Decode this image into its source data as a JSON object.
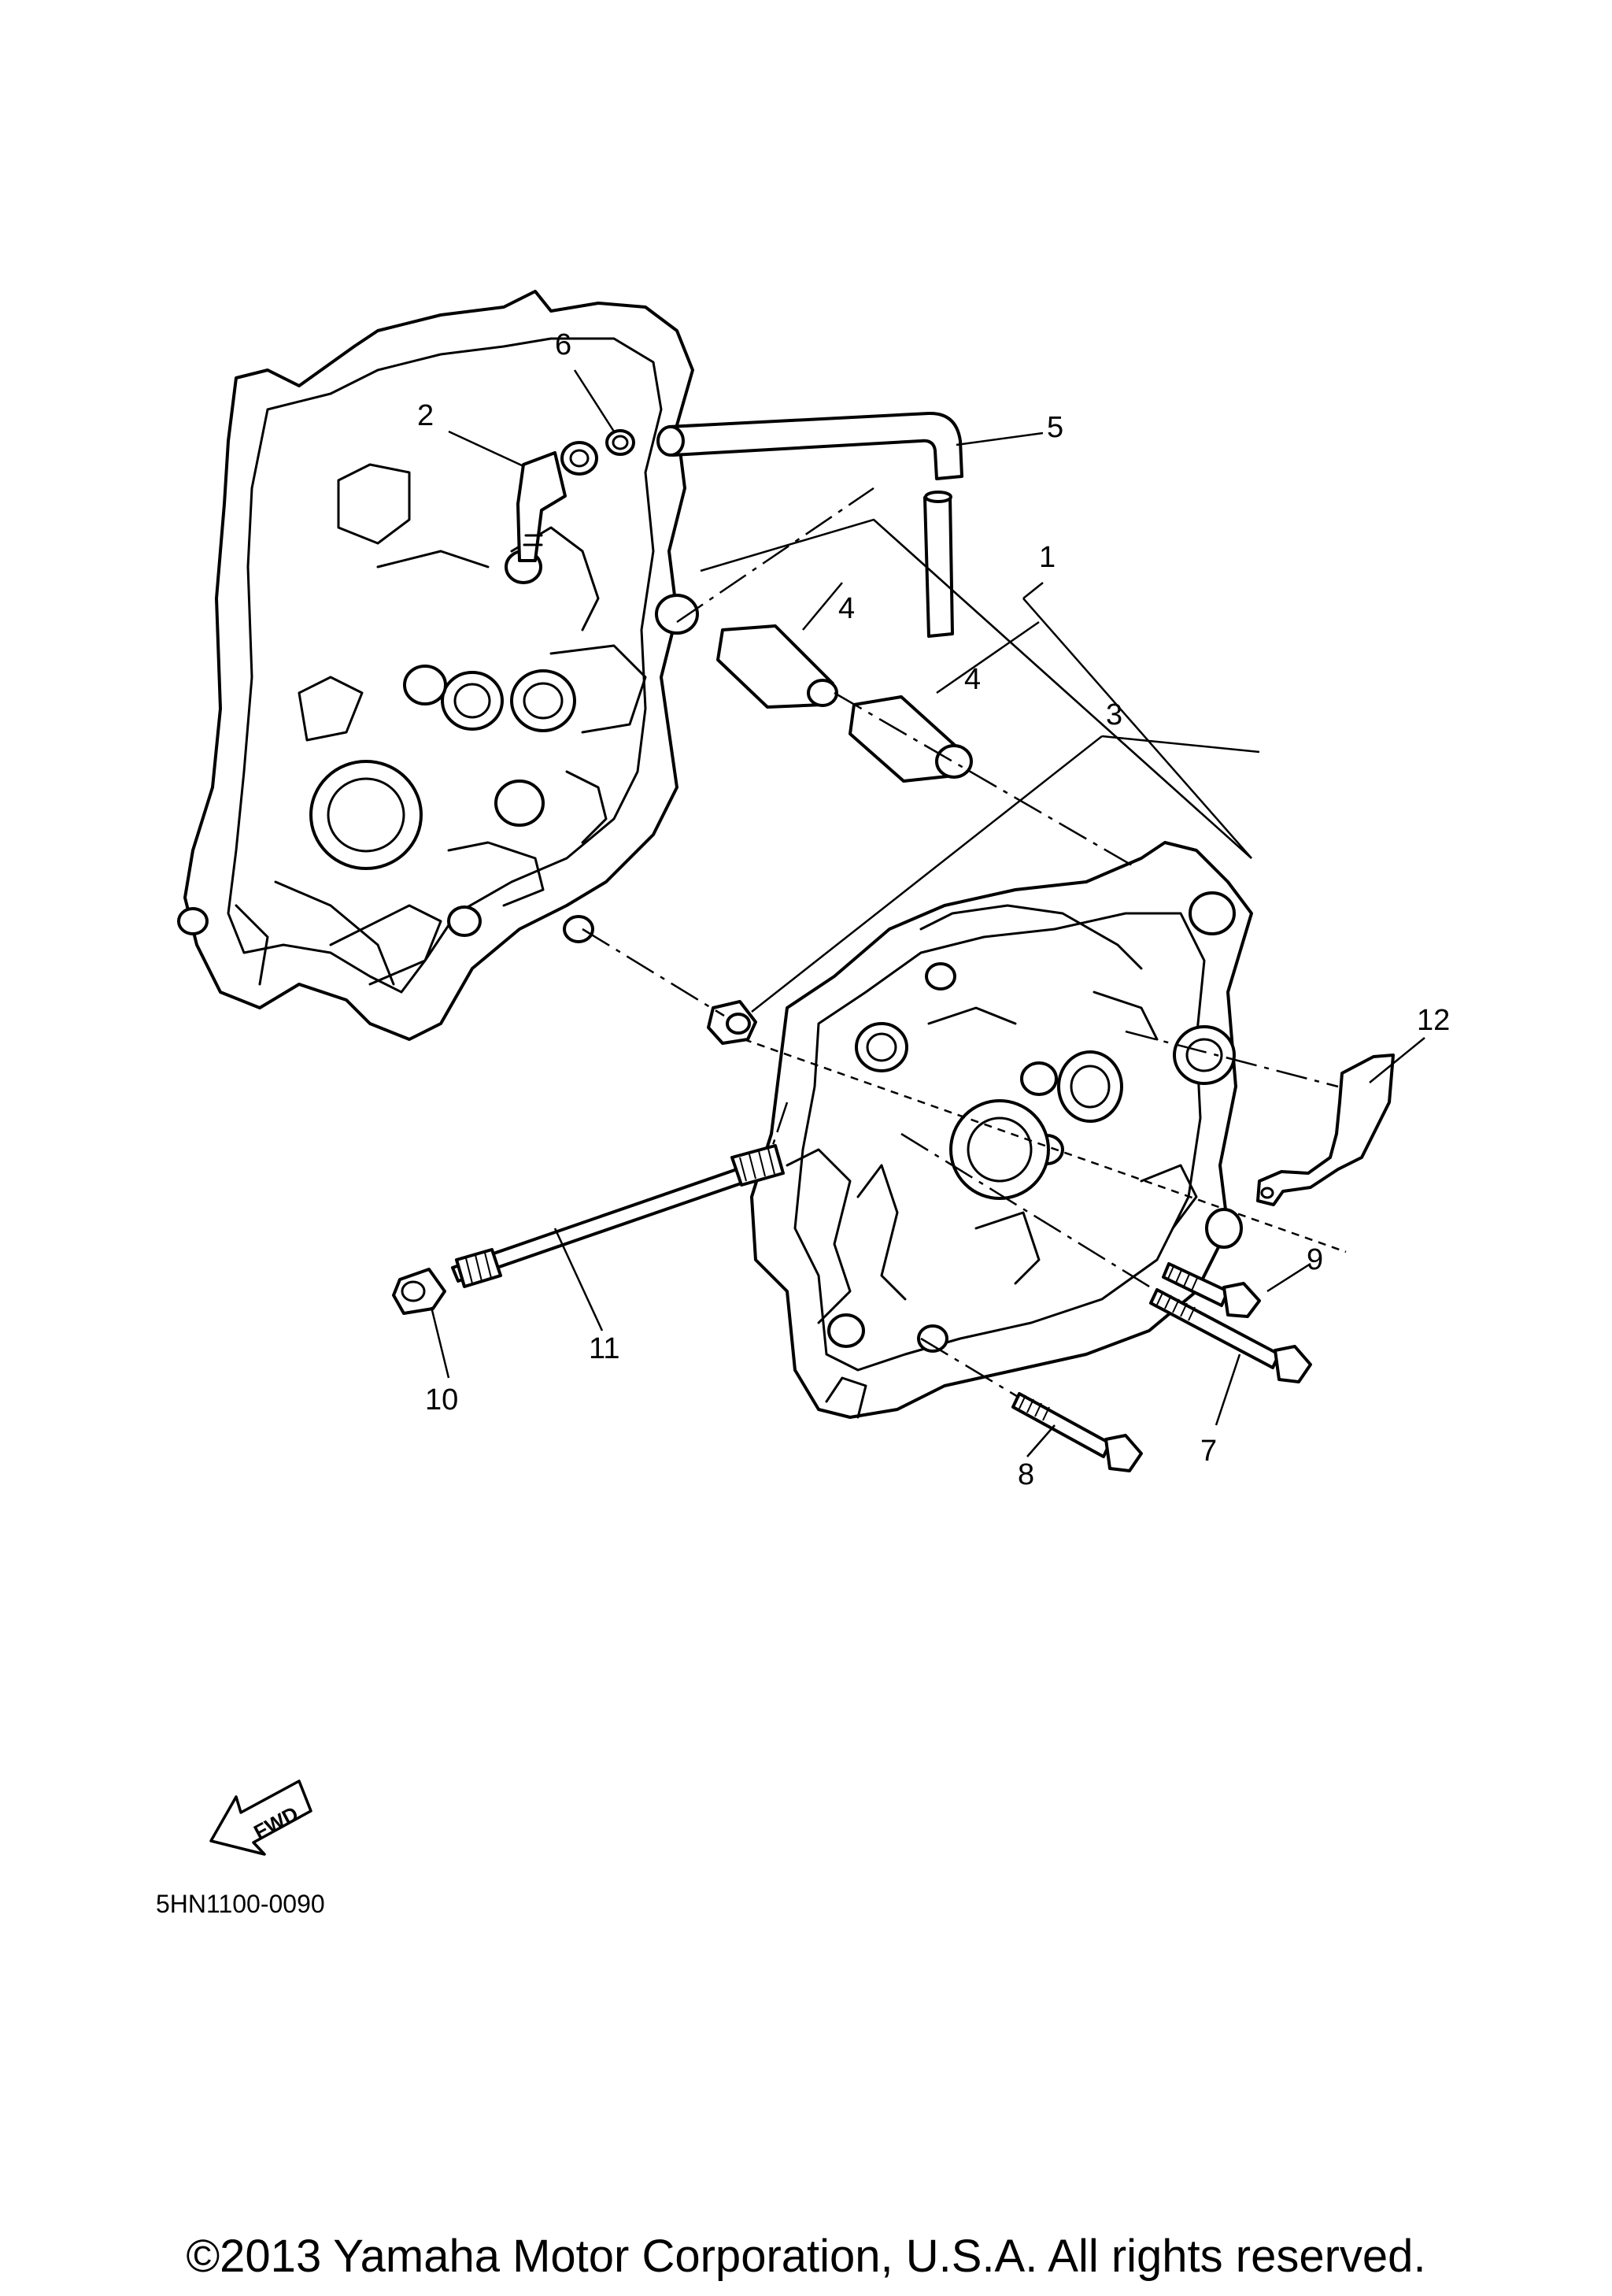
{
  "callouts": {
    "c1": "1",
    "c2": "2",
    "c3": "3",
    "c4a": "4",
    "c4b": "4",
    "c5": "5",
    "c6": "6",
    "c7": "7",
    "c8": "8",
    "c9": "9",
    "c10": "10",
    "c11": "11",
    "c12": "12"
  },
  "fwd_label": "FWD",
  "diagram_code": "5HN1100-0090",
  "copyright": "©2013 Yamaha Motor Corporation, U.S.A. All rights reserved."
}
